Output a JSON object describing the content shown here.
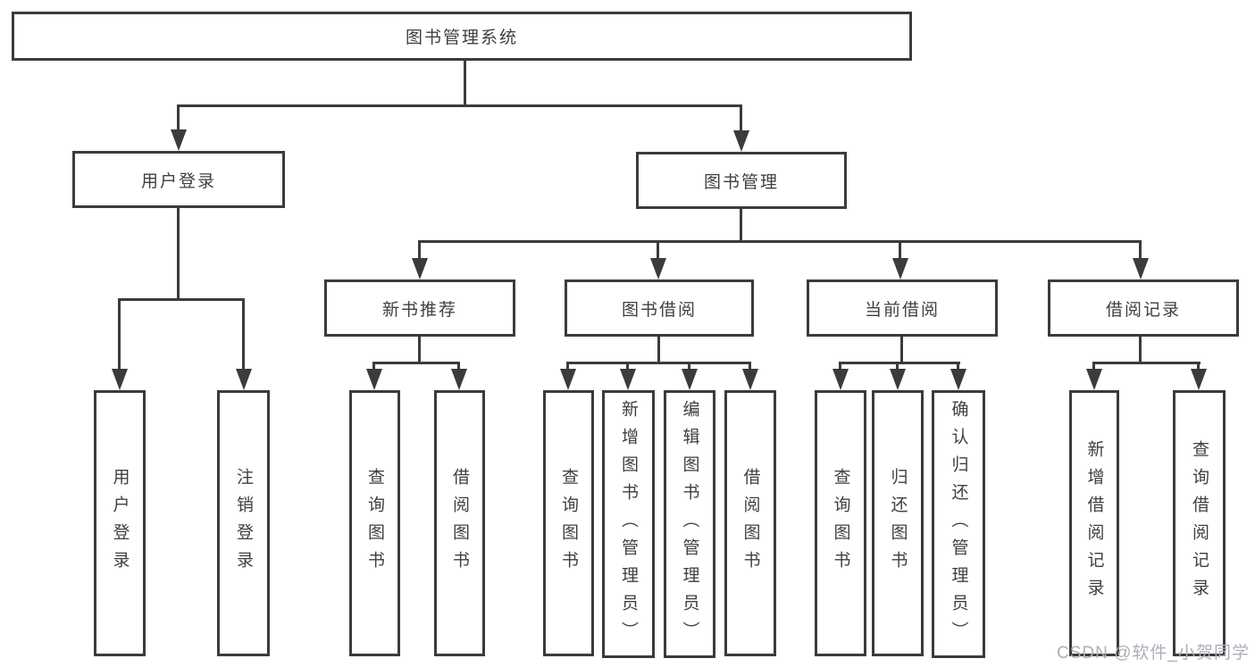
{
  "tree": {
    "root": "图书管理系统",
    "branches": [
      {
        "label": "用户登录",
        "children": [
          "用户登录",
          "注销登录"
        ]
      },
      {
        "label": "图书管理",
        "children": [
          {
            "label": "新书推荐",
            "children": [
              "查询图书",
              "借阅图书"
            ]
          },
          {
            "label": "图书借阅",
            "children": [
              "查询图书",
              "新增图书（管理员）",
              "编辑图书（管理员）",
              "借阅图书"
            ]
          },
          {
            "label": "当前借阅",
            "children": [
              "查询图书",
              "归还图书",
              "确认归还（管理员）"
            ]
          },
          {
            "label": "借阅记录",
            "children": [
              "新增借阅记录",
              "查询借阅记录"
            ]
          }
        ]
      }
    ]
  },
  "watermark": "CSDN @软件_小贺同学",
  "colors": {
    "line": "#3b3b3b",
    "text": "#3f3f3f",
    "watermark": "#aab0b7",
    "background": "#ffffff"
  }
}
